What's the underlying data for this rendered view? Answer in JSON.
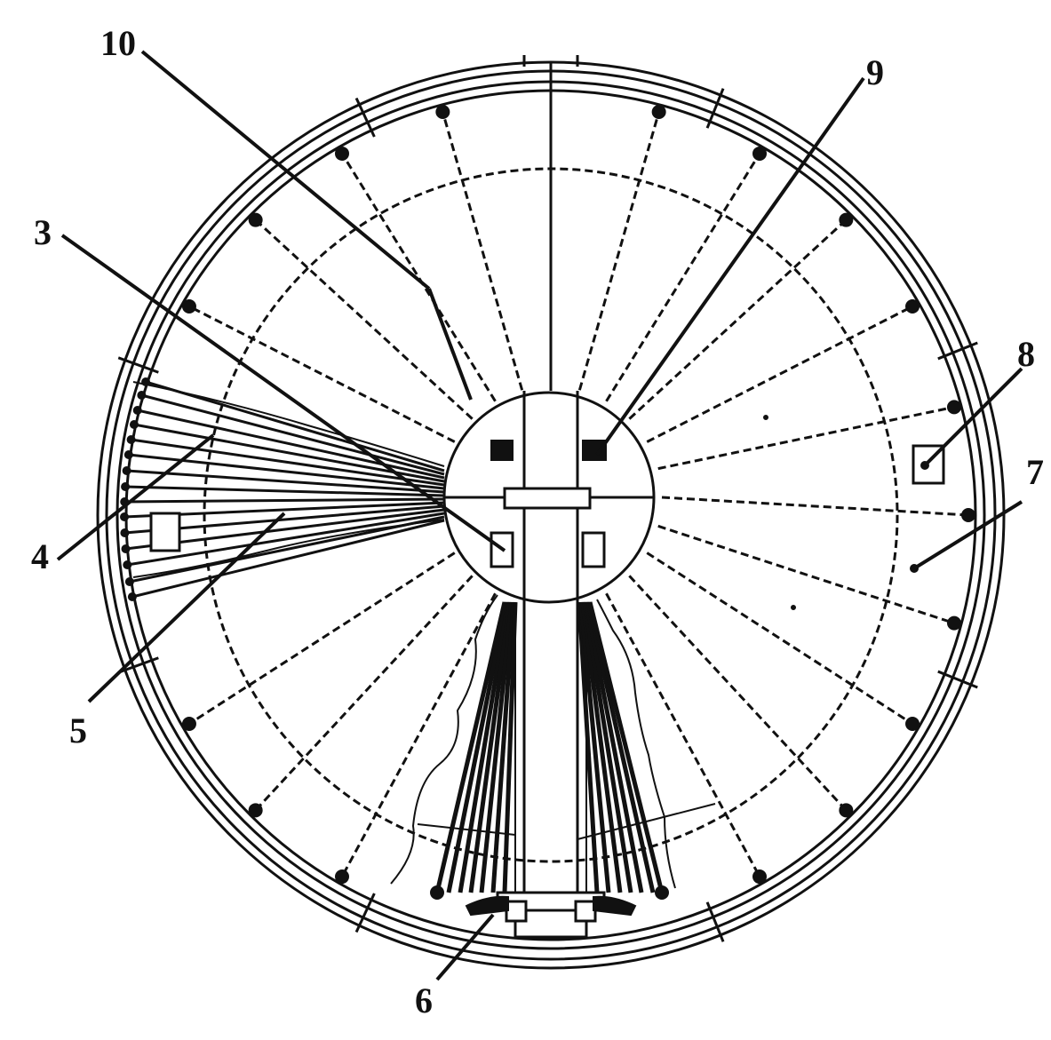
{
  "labels": {
    "l3": "3",
    "l4": "4",
    "l5": "5",
    "l6": "6",
    "l7": "7",
    "l8": "8",
    "l9": "9",
    "l10": "10"
  }
}
